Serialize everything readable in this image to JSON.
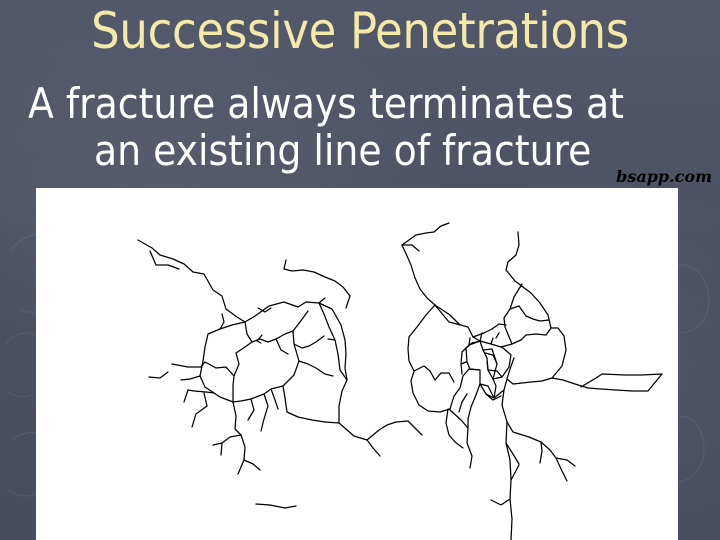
{
  "slide": {
    "title": "Successive Penetrations",
    "subtitle_line1": "A fracture always terminates at",
    "subtitle_line2": "an existing line of fracture",
    "watermark": "bsapp.com"
  },
  "colors": {
    "background": "#4d5264",
    "title": "#f3eaa9",
    "subtitle": "#ffffff",
    "figure_background": "#ffffff",
    "fracture_lines": "#000000"
  },
  "figure": {
    "type": "fracture-network-diagram"
  }
}
